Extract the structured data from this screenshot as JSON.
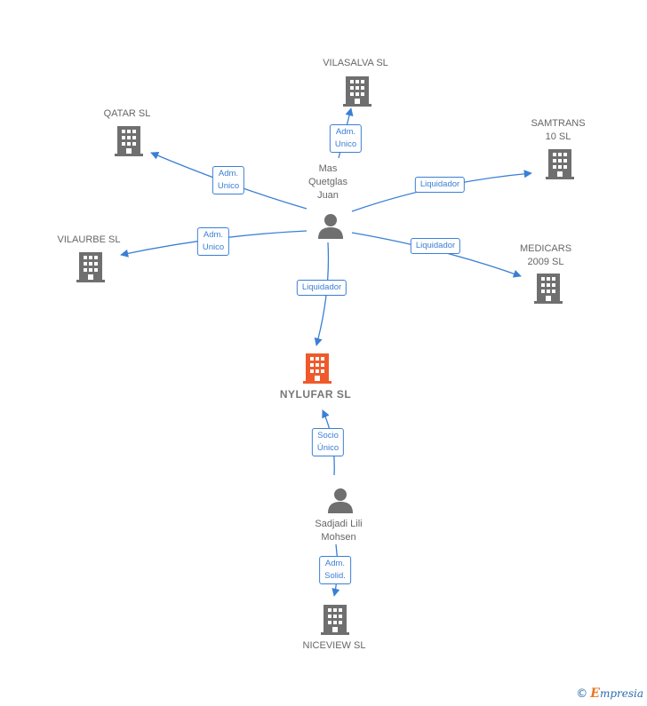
{
  "colors": {
    "accent": "#3a7fd5",
    "building": "#6f6f6f",
    "building_highlight": "#ef5a2a",
    "person": "#6f6f6f"
  },
  "nodes": {
    "vilasalva": "VILASALVA SL",
    "qatar": "QATAR SL",
    "samtrans": "SAMTRANS\n10 SL",
    "vilaurbe": "VILAURBE SL",
    "medicars": "MEDICARS\n2009 SL",
    "nylufar": "NYLUFAR  SL",
    "niceview": "NICEVIEW  SL",
    "mas": "Mas\nQuetglas\nJuan",
    "sadjadi": "Sadjadi Lili\nMohsen"
  },
  "edges": {
    "mas_vilasalva": "Adm.\nUnico",
    "mas_qatar": "Adm.\nUnico",
    "mas_samtrans": "Liquidador",
    "mas_vilaurbe": "Adm.\nUnico",
    "mas_medicars": "Liquidador",
    "mas_nylufar": "Liquidador",
    "sadjadi_nylufar": "Socio\nÚnico",
    "sadjadi_niceview": "Adm.\nSolid."
  },
  "footer": {
    "copyright": "©",
    "brand_initial": "E",
    "brand_rest": "mpresia"
  }
}
